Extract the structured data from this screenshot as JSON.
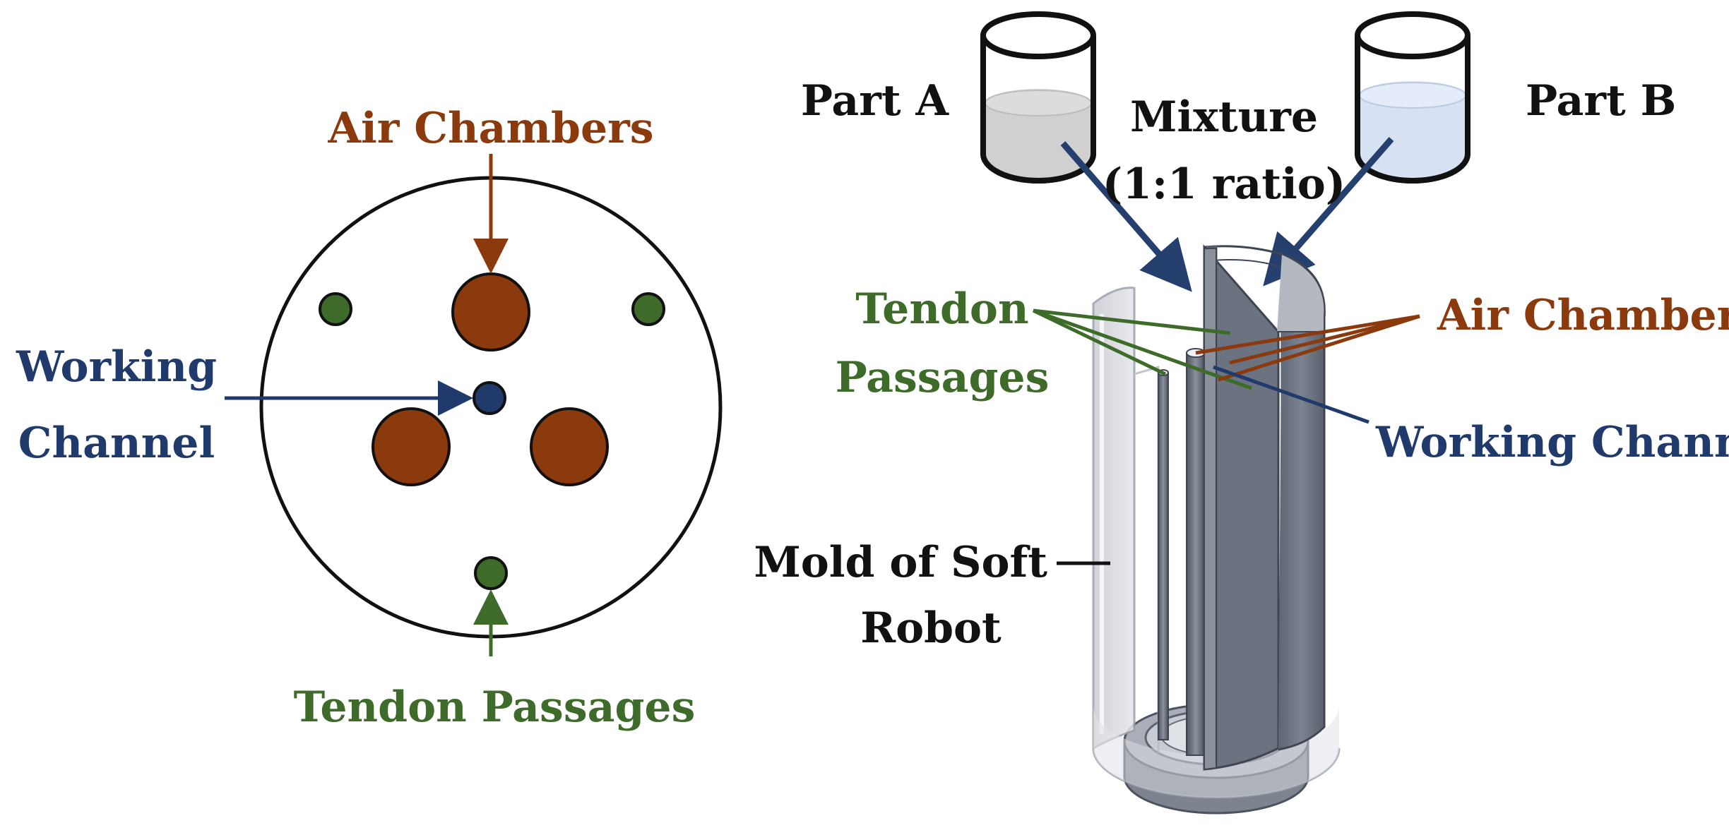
{
  "colors": {
    "air": "#8B3A0E",
    "tendon": "#3E6B2A",
    "working": "#1F3A6B",
    "arrow_blue": "#25406E",
    "black": "#111111"
  },
  "left": {
    "air_chambers": "Air Chambers",
    "working_channel_line1": "Working",
    "working_channel_line2": "Channel",
    "tendon_passages": "Tendon Passages"
  },
  "right": {
    "part_a": "Part A",
    "part_b": "Part B",
    "mixture_line1": "Mixture",
    "mixture_line2": "(1:1 ratio)",
    "tendon_line1": "Tendon",
    "tendon_line2": "Passages",
    "air_chambers": "Air Chambers",
    "working_channel": "Working Channel",
    "mold_line1": "Mold of Soft",
    "mold_line2": "Robot"
  }
}
